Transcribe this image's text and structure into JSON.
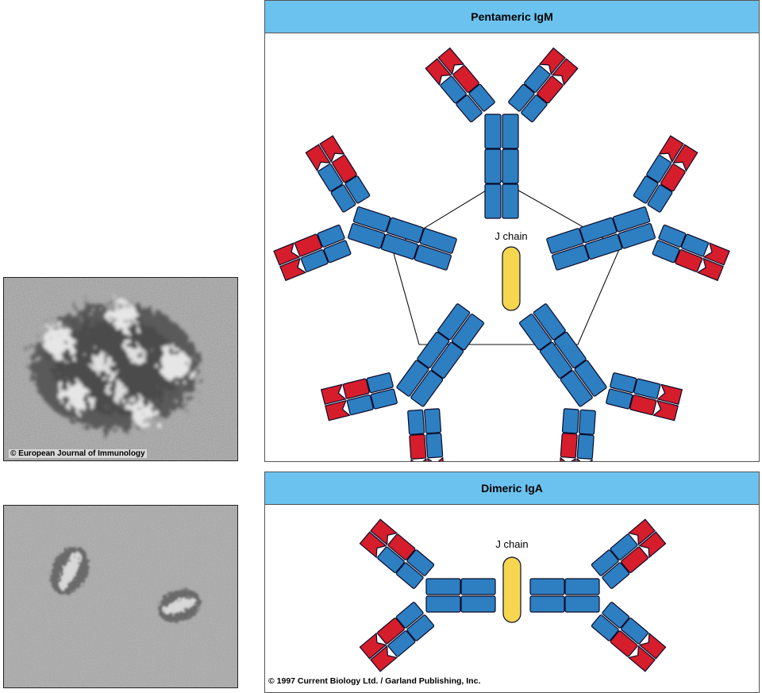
{
  "panels": {
    "pentamer": {
      "title": "Pentameric IgM",
      "j_chain_label": "J chain"
    },
    "dimer": {
      "title": "Dimeric IgA",
      "j_chain_label": "J chain"
    }
  },
  "micrographs": {
    "top_credit": "© European Journal of Immunology"
  },
  "copyright": "© 1997 Current Biology Ltd. / Garland Publishing, Inc.",
  "colors": {
    "header": "#6cc2ee",
    "constant_domain": "#2d7fc2",
    "variable_domain": "#d61d2b",
    "j_chain": "#f6d64f",
    "outline": "#0a0a28"
  }
}
